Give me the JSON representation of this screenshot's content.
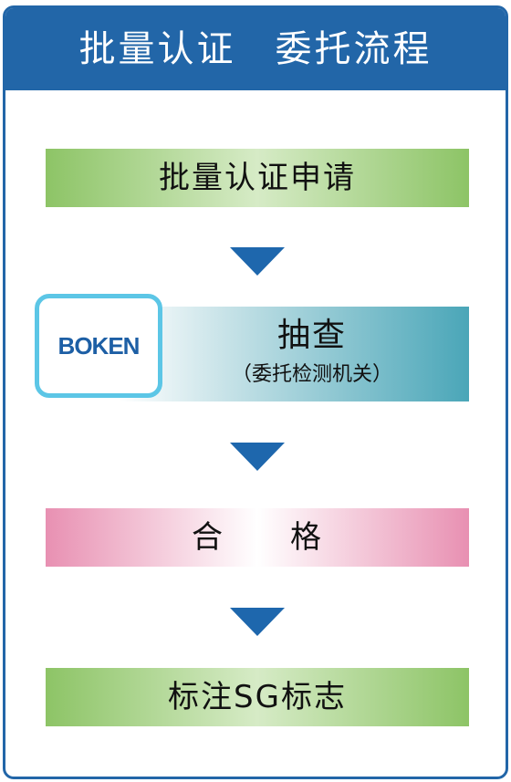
{
  "header": {
    "title": "批量认证　委托流程"
  },
  "steps": {
    "apply": "批量认证申请",
    "inspect_title": "抽查",
    "inspect_subtitle": "（委托检测机关）",
    "pass": "合　　格",
    "mark": "标注SG标志"
  },
  "logo": {
    "text": "BOKEN"
  },
  "colors": {
    "frame": "#2266a8",
    "arrow": "#1e67ad",
    "green_step": "#8dc466",
    "pink_step": "#e890b2",
    "inspect_step": "#4aa6b8",
    "logo_border": "#5cc6e6",
    "logo_text": "#1d5fa5"
  },
  "icons": {
    "arrow": "triangle-down"
  }
}
